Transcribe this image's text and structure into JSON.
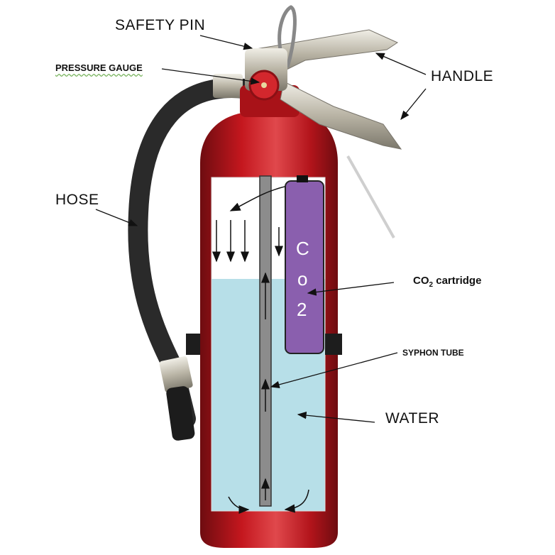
{
  "title": "Stored pressure water fire extinguisher diagram",
  "labels": {
    "safety_pin": "SAFETY PIN",
    "pressure_gauge": "PRESSURE  GAUGE",
    "handle": "HANDLE",
    "hose": "HOSE",
    "co2_prefix": "CO",
    "co2_sub": "2",
    "co2_suffix": " cartridge",
    "syphon_tube": "SYPHON TUBE",
    "water": "WATER"
  },
  "cartridge_text": [
    "C",
    "o",
    "2"
  ],
  "colors": {
    "body": "#b3141b",
    "water": "#b7dfe8",
    "cartridge": "#8a5fae",
    "tube": "#8c8c8c",
    "hose": "#2a2a2a",
    "handle": "#c8c4b6"
  }
}
